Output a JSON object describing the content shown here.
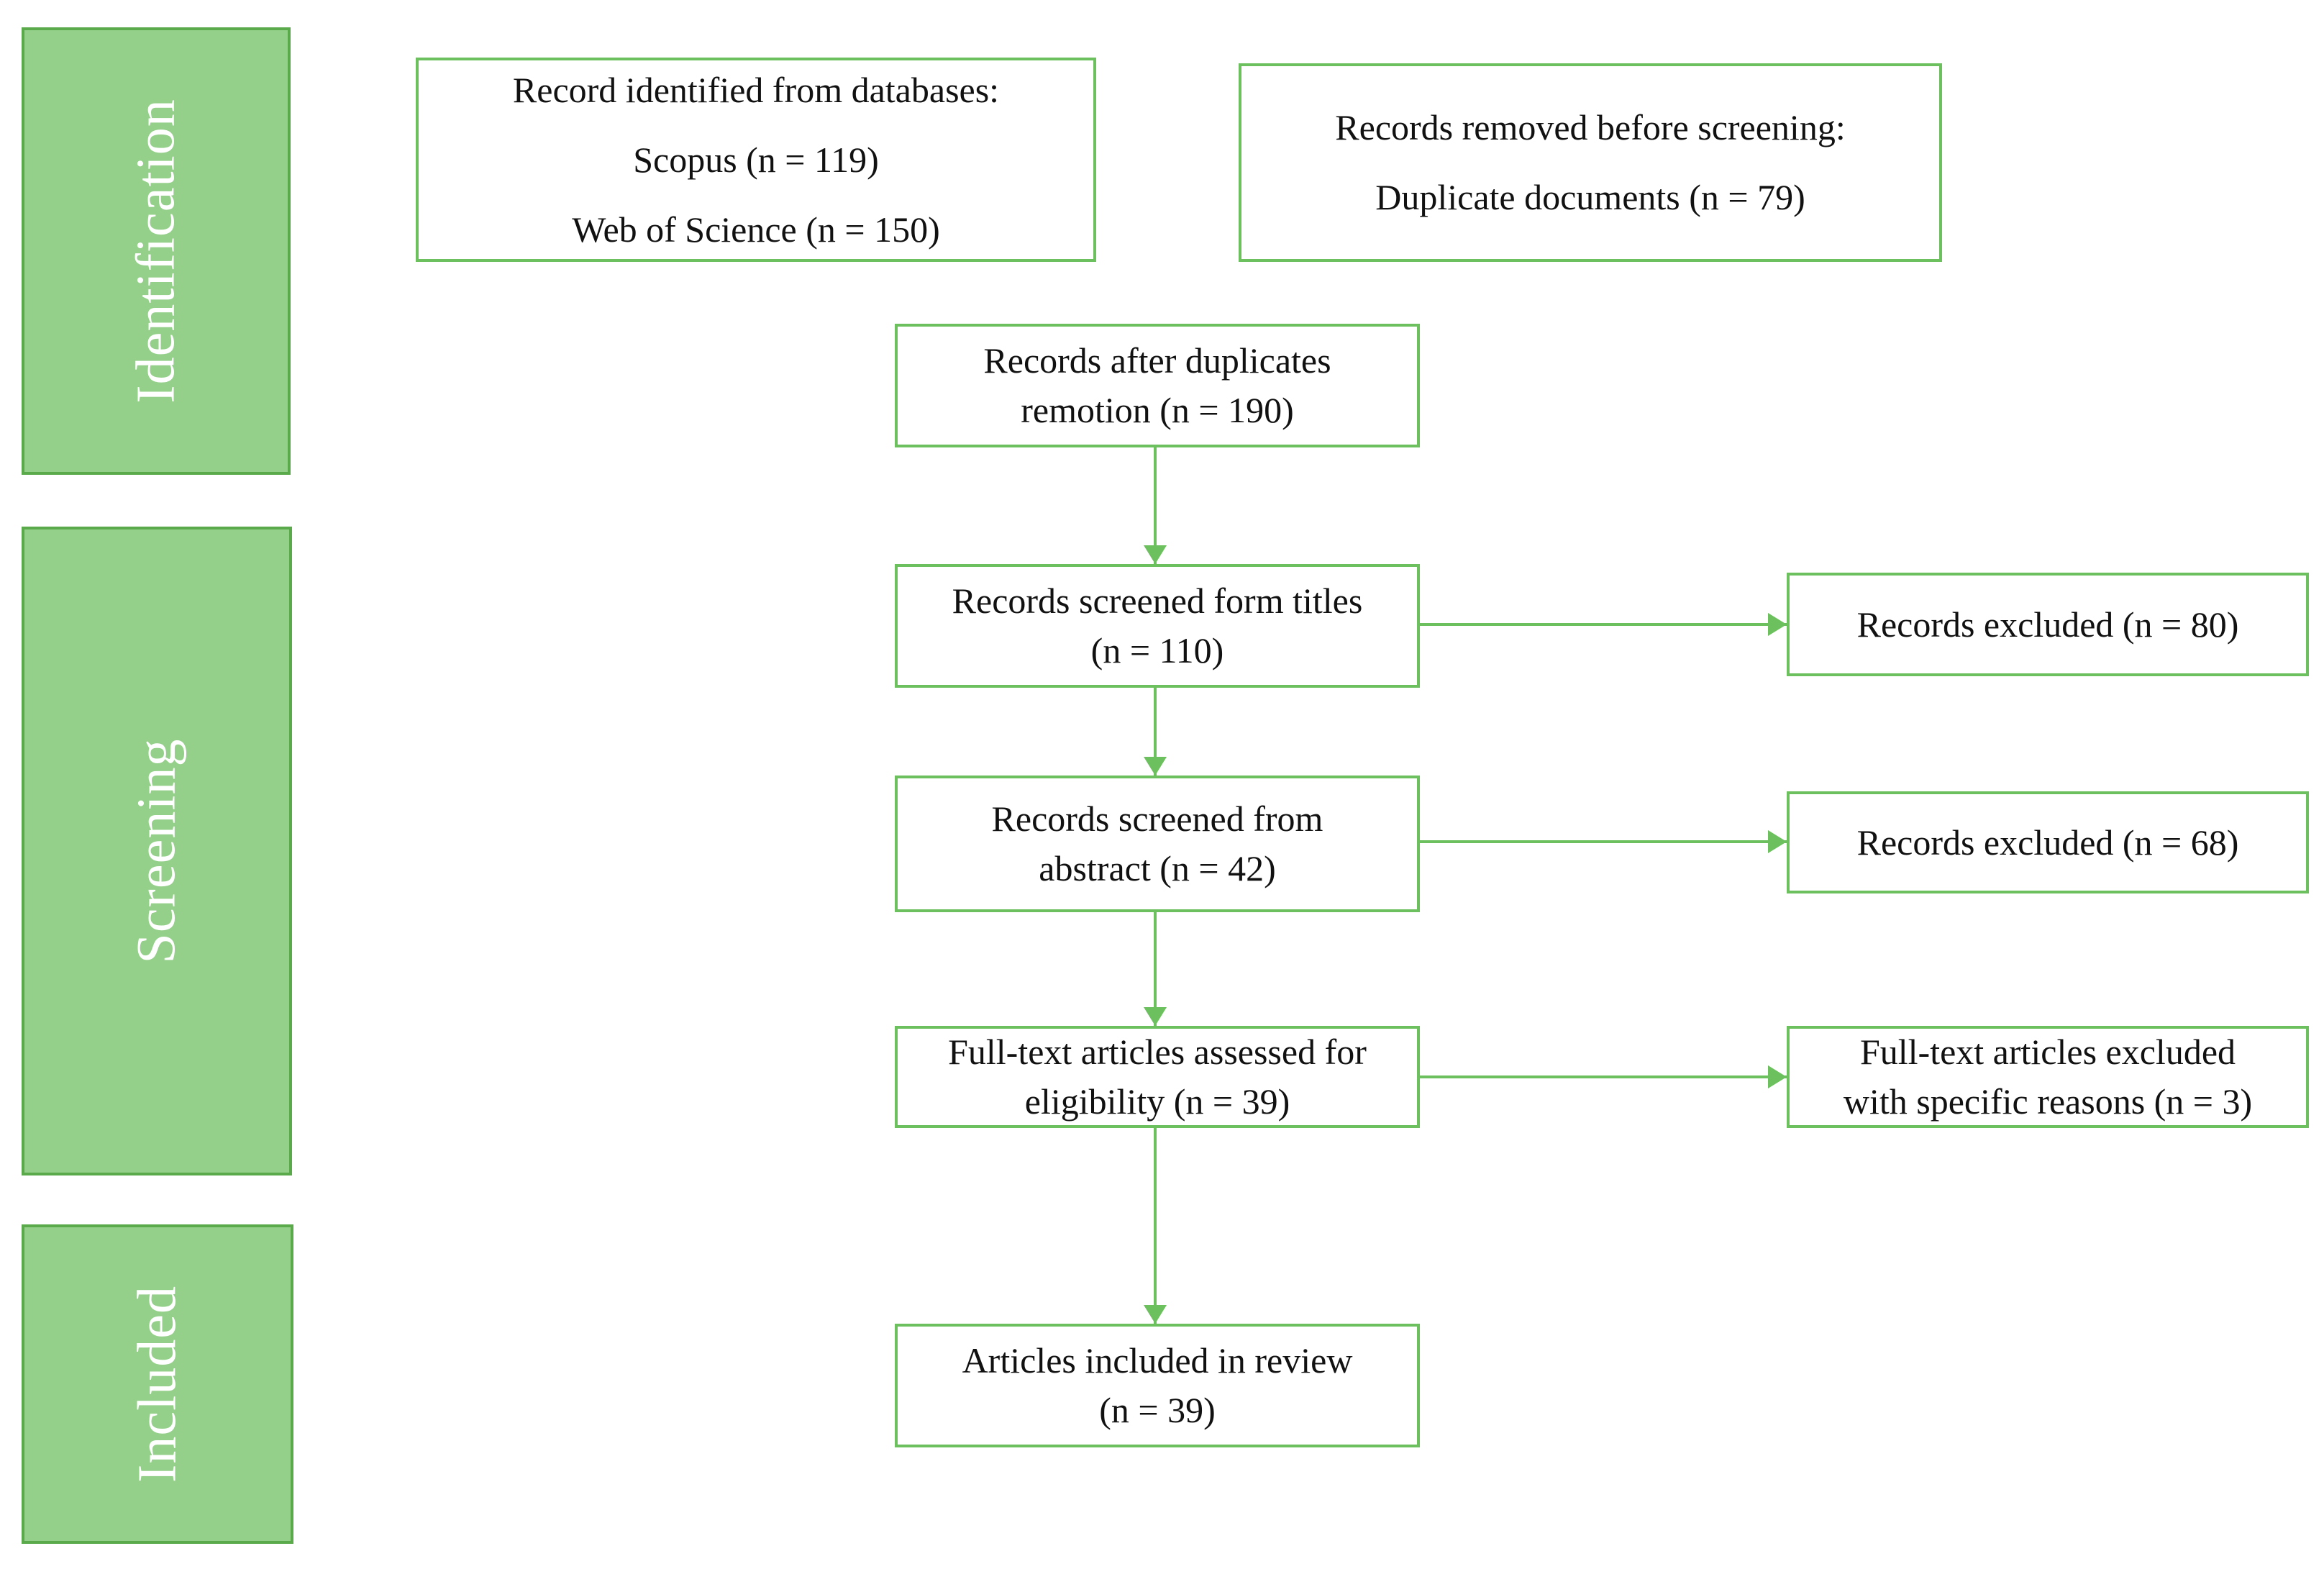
{
  "phases": {
    "identification": "Identification",
    "screening": "Screening",
    "included": "Included"
  },
  "identified": {
    "heading": "Record identified from databases:",
    "scopus": "Scopus (n = 119)",
    "wos": "Web of Science (n = 150)"
  },
  "removed": {
    "heading": "Records removed before screening:",
    "duplicates": "Duplicate documents (n = 79)"
  },
  "after_duplicates": {
    "line1": "Records after duplicates",
    "line2": "remotion (n = 190)"
  },
  "screened_titles": {
    "line1": "Records screened form titles",
    "line2": "(n = 110)"
  },
  "excluded_titles": {
    "line1": "Records excluded (n = 80)"
  },
  "screened_abstract": {
    "line1": "Records screened from",
    "line2": "abstract (n = 42)"
  },
  "excluded_abstract": {
    "line1": "Records excluded (n = 68)"
  },
  "fulltext_assessed": {
    "line1": "Full-text articles assessed for",
    "line2": "eligibility (n = 39)"
  },
  "fulltext_excluded": {
    "line1": "Full-text articles excluded",
    "line2": "with specific reasons (n = 3)"
  },
  "included_review": {
    "line1": "Articles included in review",
    "line2": "(n = 39)"
  },
  "colors": {
    "phase_fill": "#94d08a",
    "phase_border": "#5aaa4c",
    "box_border": "#6cc05e",
    "connector": "#6cc05e"
  }
}
